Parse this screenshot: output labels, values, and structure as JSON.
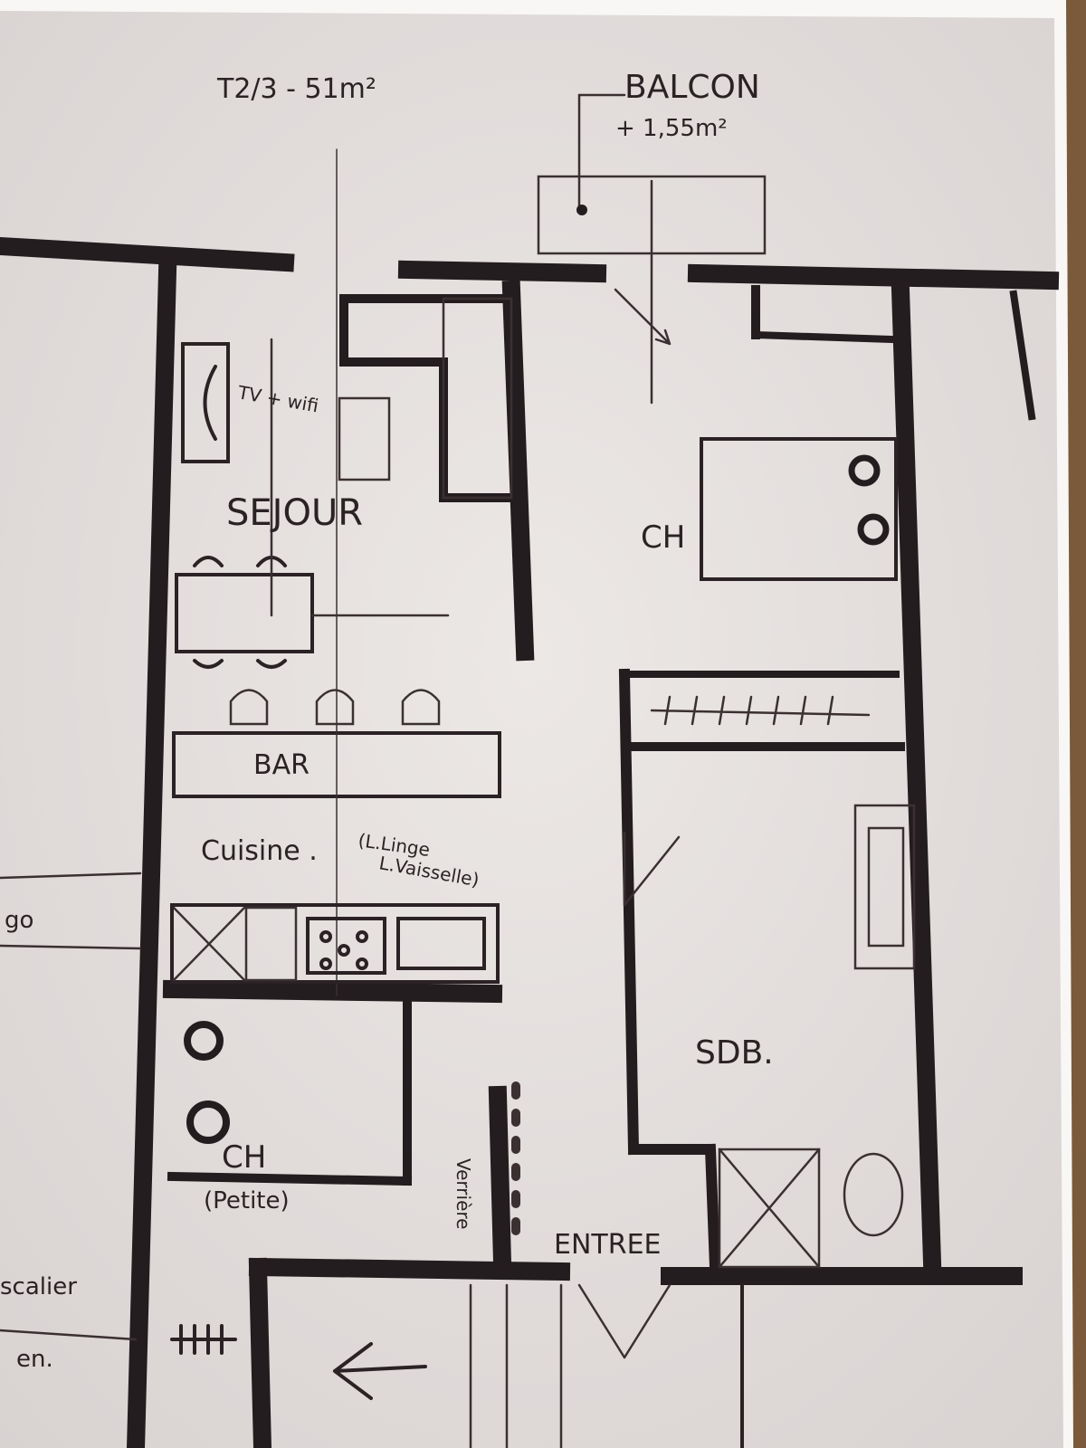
{
  "plan": {
    "title": "T2/3 - 51m²",
    "balcony": {
      "label": "BALCON",
      "area": "+ 1,55m²"
    },
    "rooms": {
      "tv": "TV + wifi",
      "living": "SEJOUR",
      "bedroom": "CH",
      "bar": "BAR",
      "kitchen": "Cuisine .",
      "kitchen_note_1": "(L.Linge",
      "kitchen_note_2": "L.Vaisselle)",
      "small_bedroom": "CH",
      "small_bedroom_note": "(Petite)",
      "glass_wall": "Verrière",
      "entrance": "ENTREE",
      "bathroom": "SDB.",
      "stairs": "scalier",
      "stairs_2": "en.",
      "left_note": "go"
    },
    "colors": {
      "paper": "#f6f4f1",
      "ink": "#241d1f",
      "frame": "#7a5a3a"
    }
  }
}
